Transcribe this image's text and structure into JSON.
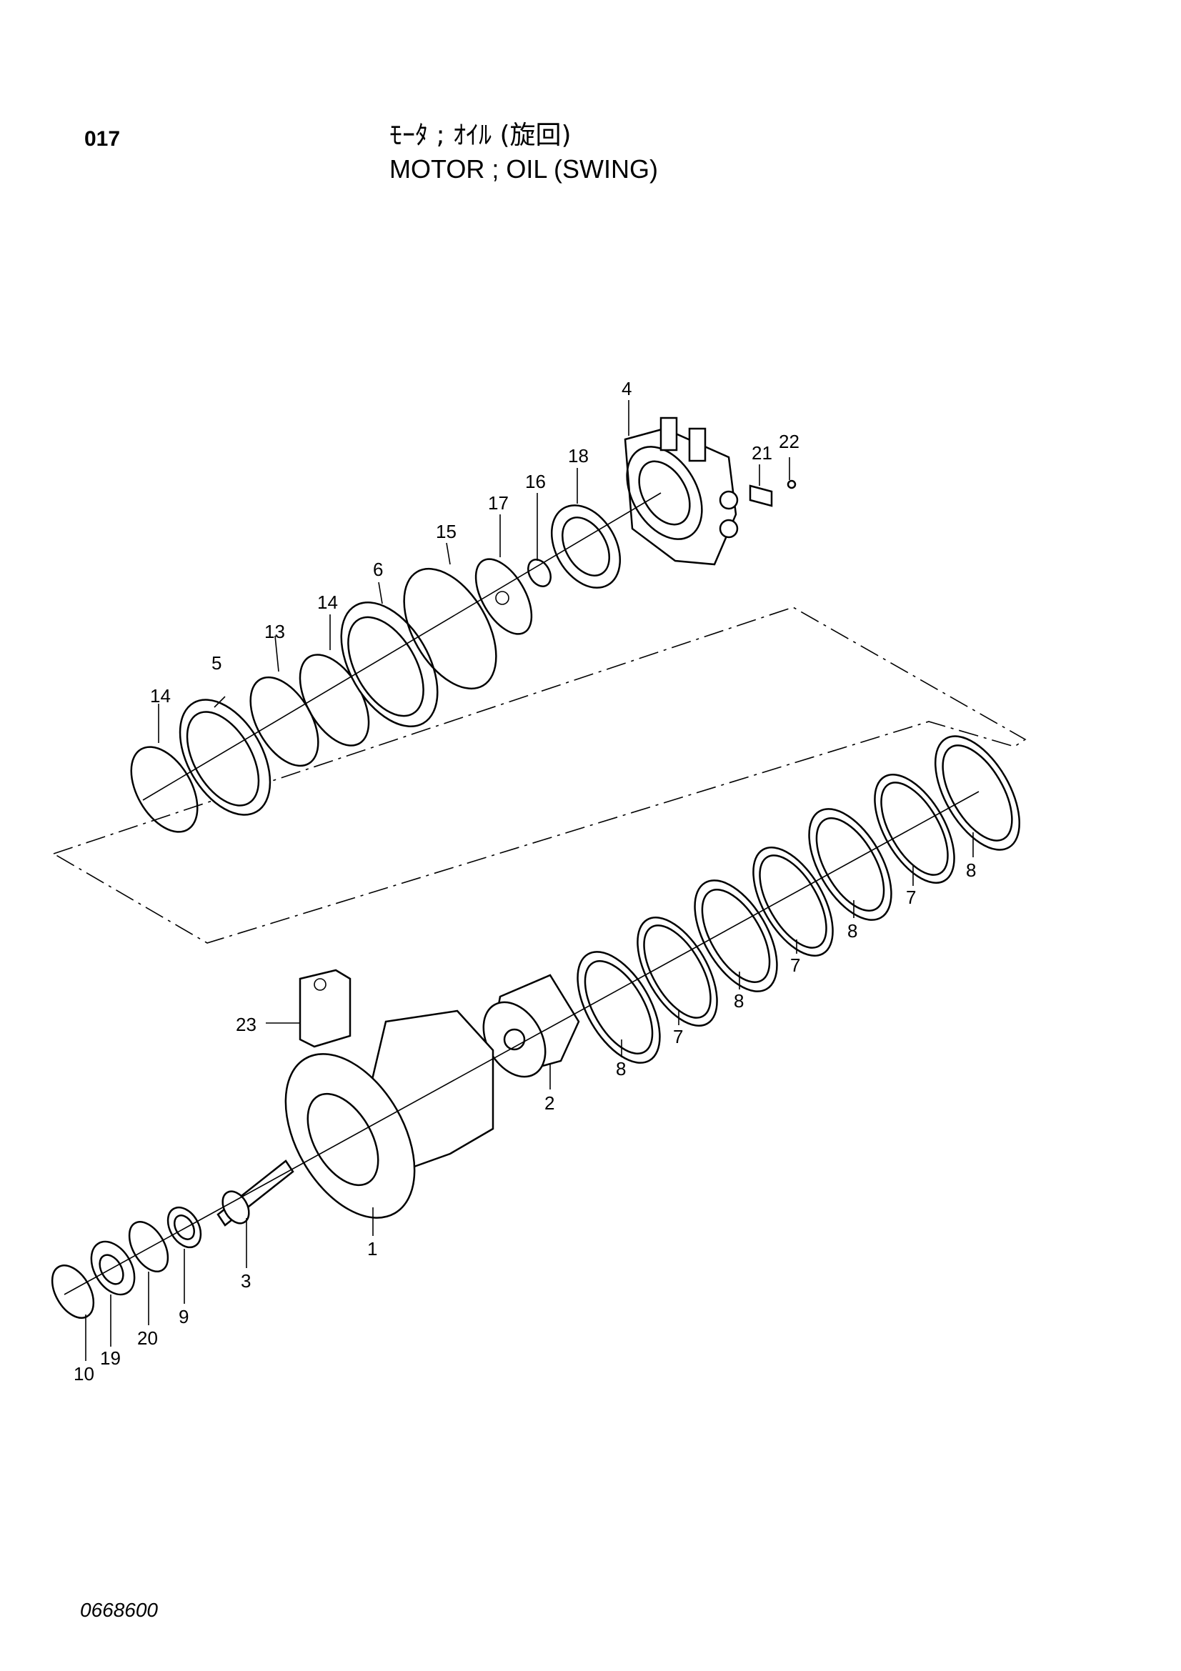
{
  "header": {
    "page_number": "017",
    "title_jp": "ﾓｰﾀ ; ｵｲﾙ (旋回)",
    "title_en": "MOTOR ; OIL (SWING)"
  },
  "footer": {
    "drawing_number": "0668600"
  },
  "callouts": {
    "c1": "1",
    "c2": "2",
    "c3": "3",
    "c4": "4",
    "c5": "5",
    "c6": "6",
    "c7a": "7",
    "c7b": "7",
    "c7c": "7",
    "c8a": "8",
    "c8b": "8",
    "c8c": "8",
    "c8d": "8",
    "c9": "9",
    "c10": "10",
    "c13": "13",
    "c14a": "14",
    "c14b": "14",
    "c15": "15",
    "c16": "16",
    "c17": "17",
    "c18": "18",
    "c19": "19",
    "c20": "20",
    "c21": "21",
    "c22": "22",
    "c23": "23"
  }
}
